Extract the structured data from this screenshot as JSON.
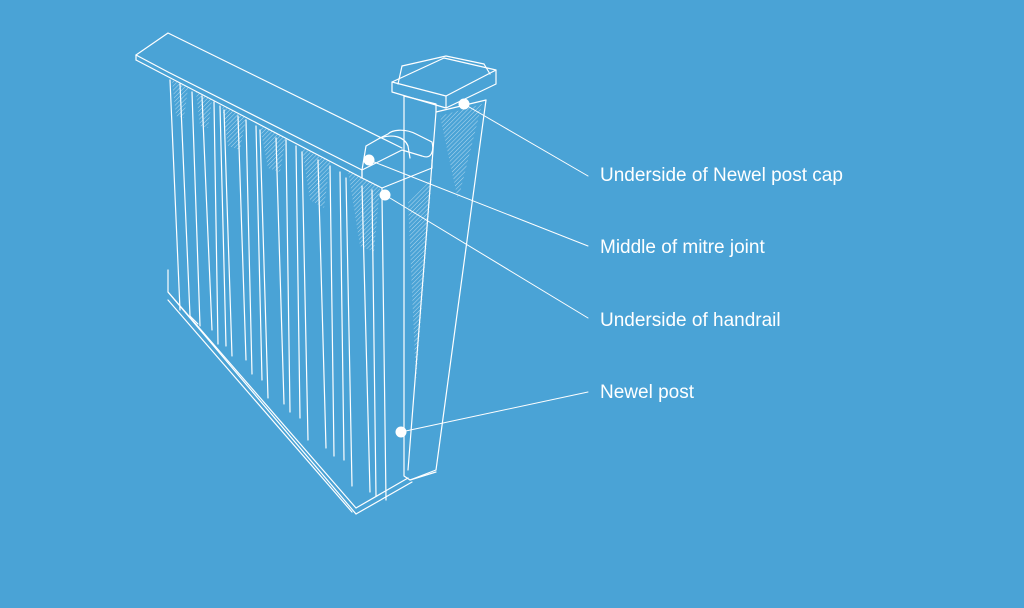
{
  "diagram": {
    "background_color": "#4aa3d6",
    "line_color": "#ffffff",
    "callouts": [
      {
        "id": "cap",
        "label": "Underside of Newel post cap"
      },
      {
        "id": "mitre",
        "label": "Middle of mitre joint"
      },
      {
        "id": "rail",
        "label": "Underside of handrail"
      },
      {
        "id": "newel",
        "label": "Newel post"
      }
    ]
  }
}
